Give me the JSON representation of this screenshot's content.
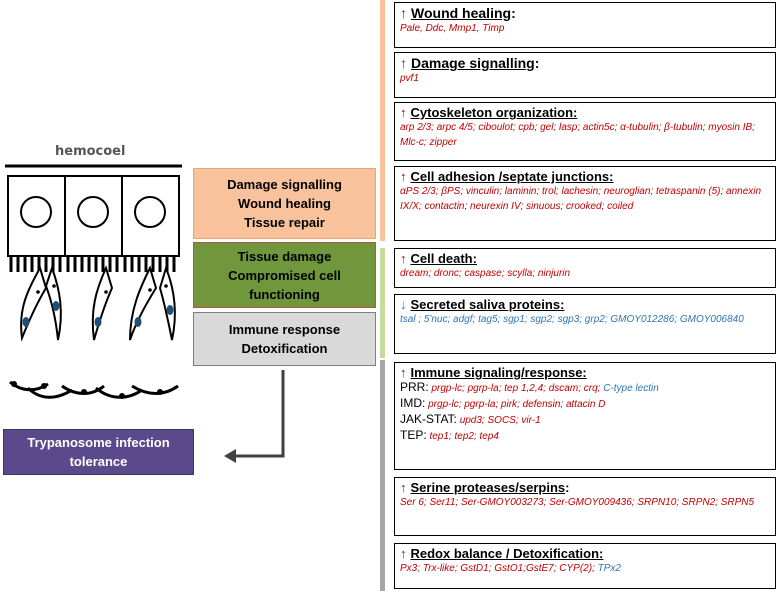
{
  "left": {
    "hemocoel_label": "hemocoel",
    "categories": [
      {
        "lines": [
          "Damage signalling",
          "Wound healing",
          "Tissue repair"
        ],
        "color": "#f8c39c"
      },
      {
        "lines": [
          "Tissue damage",
          "Compromised cell",
          "functioning"
        ],
        "color": "#70973b"
      },
      {
        "lines": [
          "Immune response",
          "Detoxification"
        ],
        "color": "#d9d9d9"
      }
    ],
    "outcome": {
      "lines": [
        "Trypanosome infection",
        "tolerance"
      ],
      "color": "#5b4a8b"
    }
  },
  "colors": {
    "up_arrow": "#c00000",
    "down_arrow": "#2e75b6",
    "upregulated_genes": "#c00000",
    "downregulated_genes": "#2e75b6",
    "bar_orange": "#f8c39c",
    "bar_green": "#c5dc9f",
    "bar_grey": "#a6a6a6",
    "parasite_nucleus": "#1f4e79"
  },
  "boxes": {
    "wound": {
      "arrow": "↑",
      "title": "Wound healing",
      "suffix": ":",
      "genes": "Pale, Ddc, Mmp1, Timp"
    },
    "damage": {
      "arrow": "↑",
      "title": "Damage signalling",
      "suffix": ":",
      "genes": "pvf1"
    },
    "cyto": {
      "arrow": "↑",
      "title": "Cytoskeleton organization:",
      "genes": "arp 2/3; arpc 4/5; ciboulot; cpb; gel; lasp; actin5c; α-tubulin; β-tubulin; myosin IB; Mlc-c; zipper"
    },
    "adhesion": {
      "arrow": "↑",
      "title": "Cell adhesion /septate junctions:",
      "genes": "αPS 2/3; βPS; vinculin; laminin; trol; lachesin; neuroglian; tetraspanin (5); annexin IX/X; contactin; neurexin IV; sinuous; crooked; coiled"
    },
    "death": {
      "arrow": "↑",
      "title": "Cell death:",
      "genes": "dream; dronc; caspase; scylla; ninjurin"
    },
    "saliva": {
      "arrow": "↓",
      "title": "Secreted saliva proteins:",
      "genes": "tsal ; 5'nuc; adgf; tag5; sgp1; sgp2; sgp3; grp2; GMOY012286; GMOY006840"
    },
    "immune": {
      "arrow": "↑",
      "title": "Immune signaling/response:",
      "prr_label": "PRR:",
      "prr_red": "prgp-lc; pgrp-la; tep 1,2,4; dscam; crq;",
      "prr_blue": "C-type lectin",
      "imd_label": "IMD:",
      "imd_red": "prgp-lc; pgrp-la; pirk; defensin; attacin D",
      "jak_label": "JAK-STAT:",
      "jak_red": "upd3; SOCS; vir-1",
      "tep_label": "TEP:",
      "tep_red": "tep1; tep2; tep4"
    },
    "serine": {
      "arrow": "↑",
      "title": "Serine proteases/serpins",
      "suffix": ":",
      "genes": "Ser 6; Ser11; Ser-GMOY003273; Ser-GMOY009436; SRPN10; SRPN2; SRPN5"
    },
    "redox": {
      "arrow": "↑",
      "title": "Redox balance / Detoxification:",
      "genes_red": "Px3; Trx-like; GstD1; GstO1;GstE7; CYP(2);",
      "genes_blue": "TPx2"
    }
  }
}
